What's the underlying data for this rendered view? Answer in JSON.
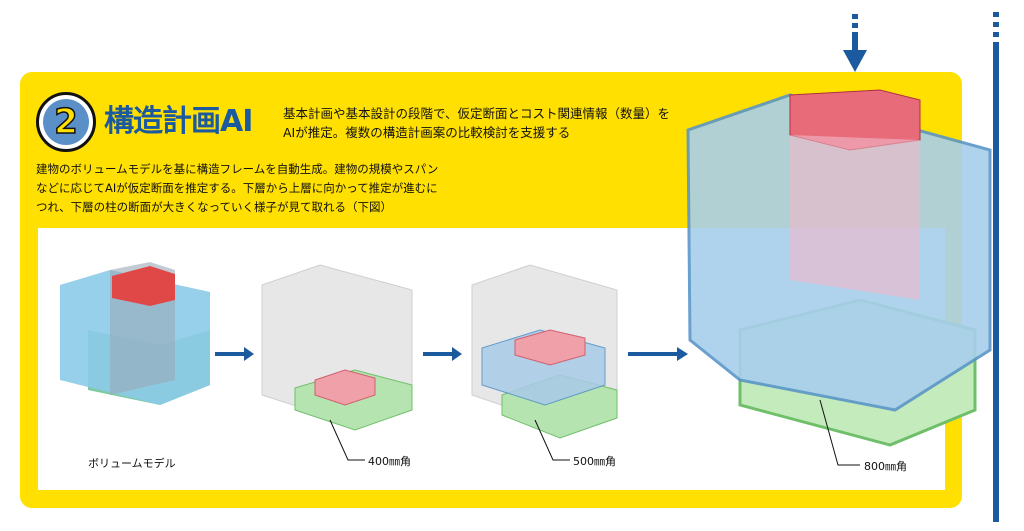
{
  "badge_number": "2",
  "title": "構造計画AI",
  "subtitle": [
    "基本計画や基本設計の段階で、仮定断面とコスト関連情報（数量）を",
    "AIが推定。複数の構造計画案の比較検討を支援する"
  ],
  "description": [
    "建物のボリュームモデルを基に構造フレームを自動生成。建物の規模やスパン",
    "などに応じてAIが仮定断面を推定する。下層から上層に向かって推定が進むに",
    "つれ、下層の柱の断面が大きくなっていく様子が見て取れる（下図）"
  ],
  "labels": {
    "volume_model": "ボリュームモデル",
    "step1": "400㎜角",
    "step2": "500㎜角",
    "step3": "800㎜角"
  },
  "colors": {
    "yellow": "#ffe000",
    "blue": "#1c5aa0",
    "frame_blue": "#6aa6d6",
    "frame_green": "#9fd89a",
    "red": "#e0505a"
  }
}
